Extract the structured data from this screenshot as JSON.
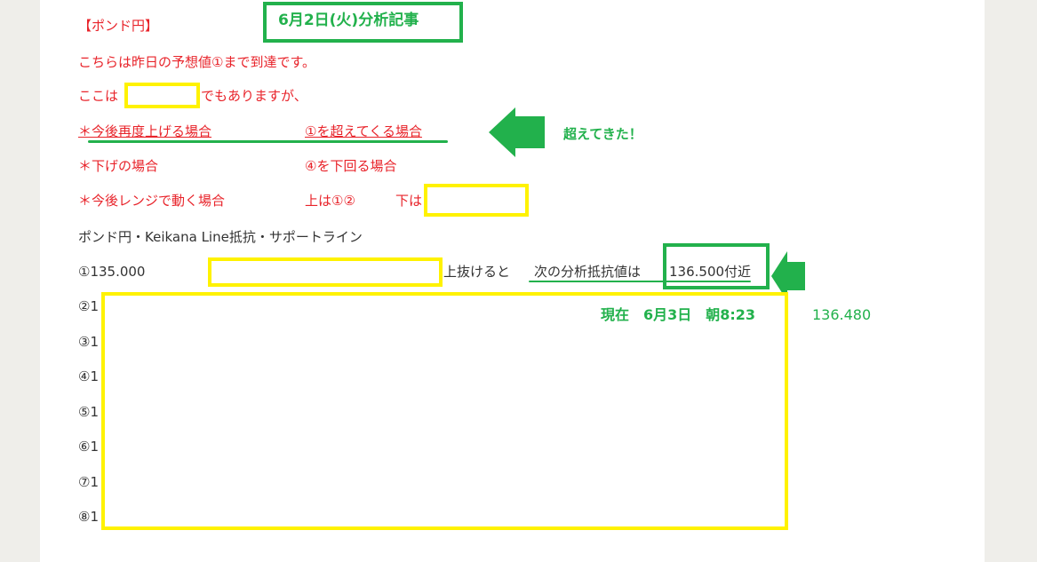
{
  "title_box": "6月2日(火)分析記事",
  "pair_label": "【ポンド円】",
  "lines": {
    "reached": "こちらは昨日の予想値①まで到達です。",
    "here_prefix": "ここは",
    "here_suffix": "でもありますが、",
    "case_up": "＊今後再度上げる場合",
    "case_up_cond": "①を超えてくる場合",
    "case_down": "＊下げの場合",
    "case_down_cond": "④を下回る場合",
    "case_range": "＊今後レンジで動く場合",
    "range_up": "上は①②",
    "range_down": "下は"
  },
  "annotation_exceeded": "超えてきた！",
  "section_title": "ポンド円・Keikana Line抵抗・サポートライン",
  "level1": {
    "value": "①135.000",
    "break_text": "上抜けると",
    "next_label": "次の分析抵抗値は",
    "next_value": "136.500付近"
  },
  "levels": [
    "②1",
    "③1",
    "④1",
    "⑤1",
    "⑥1",
    "⑦1",
    "⑧1"
  ],
  "current": {
    "label": "現在　6月3日　朝8:23",
    "price": "136.480"
  },
  "colors": {
    "red": "#e8232a",
    "green": "#22b14c",
    "yellow": "#fff200"
  }
}
